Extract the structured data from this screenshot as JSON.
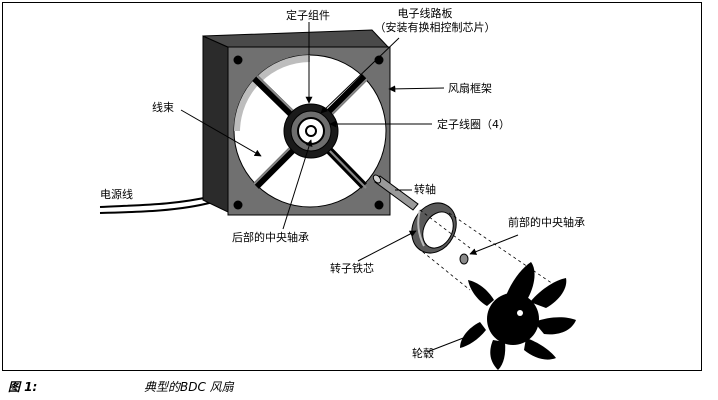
{
  "labels": {
    "stator_assembly": "定子组件",
    "circuit_board_title": "电子线路板",
    "circuit_board_note": "（安装有换相控制芯片）",
    "fan_frame": "风扇框架",
    "wire_harness": "线束",
    "stator_coil": "定子线圈（4）",
    "power_cord": "电源线",
    "rotating_shaft": "转轴",
    "rear_center_bearing": "后部的中央轴承",
    "front_center_bearing": "前部的中央轴承",
    "rotor_core": "转子铁芯",
    "hub": "轮毂"
  },
  "caption": {
    "number": "图 1:",
    "title": "典型的BDC 风扇"
  }
}
